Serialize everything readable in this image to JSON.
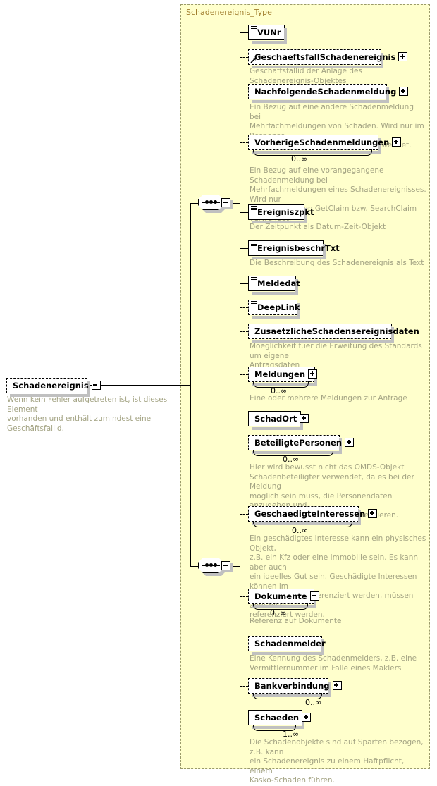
{
  "diagram": {
    "kind": "xsd-schema-diagram",
    "type_container_title": "Schadenereignis_Type",
    "colors": {
      "container_bg": "#ffffcc",
      "container_border": "#9a9a6a",
      "title_text": "#a07d2d",
      "annotation_text": "#a3a383",
      "node_border": "#000000",
      "node_bg": "#ffffff",
      "shadow": "#c0c0c0"
    }
  },
  "root": {
    "label": "Schadenereignis",
    "optional": true,
    "toggle": "minus",
    "annotation": "Wenn kein Fehler aufgetreten ist, ist dieses Element\nvorhanden und enthält zumindest eine Geschäftsfallid."
  },
  "compositors": [
    {
      "name": "sequence-top",
      "symbol": "sequence",
      "toggle": "minus"
    },
    {
      "name": "sequence-bottom",
      "symbol": "sequence",
      "toggle": "minus"
    }
  ],
  "nodes": [
    {
      "id": "vunr",
      "label": "VUNr",
      "optional": false,
      "expandable": false,
      "icon": "lines-icon",
      "cardinality": "",
      "annotation": ""
    },
    {
      "id": "geschaeftsfall",
      "label": "GeschaeftsfallSchadenereignis",
      "optional": true,
      "expandable": true,
      "icon": "reference-arrow-icon",
      "cardinality": "",
      "annotation": "Geschäftsfallid der Anlage des Schadenereignis-Objektes"
    },
    {
      "id": "nachfolgende",
      "label": "NachfolgendeSchadenmeldung",
      "optional": true,
      "expandable": true,
      "icon": "",
      "cardinality": "",
      "annotation": "Ein Bezug auf eine andere Schadenmeldung bei\nMehrfachmeldungen von Schäden. Wird nur im Response\nvon GetClaim bzw. SearchClaim verwendet."
    },
    {
      "id": "vorherige",
      "label": "VorherigeSchadenmeldungen",
      "optional": true,
      "expandable": true,
      "icon": "",
      "cardinality": "0..∞",
      "annotation": "Ein Bezug auf eine vorangegangene Schadenmeldung bei\nMehrfachmeldungen eines Schadenereignisses. Wird nur\nim Response von GetClaim bzw. SearchClaim\nverwendet."
    },
    {
      "id": "ereigniszpkt",
      "label": "Ereigniszpkt",
      "optional": false,
      "expandable": false,
      "icon": "lines-icon",
      "cardinality": "",
      "annotation": "Der Zeitpunkt als Datum-Zeit-Objekt"
    },
    {
      "id": "ereignisbeschrtxt",
      "label": "EreignisbeschrTxt",
      "optional": false,
      "expandable": false,
      "icon": "lines-icon",
      "cardinality": "",
      "annotation": "Die Beschreibung des Schadenereignis als Text"
    },
    {
      "id": "meldedat",
      "label": "Meldedat",
      "optional": false,
      "expandable": false,
      "icon": "lines-icon",
      "cardinality": "",
      "annotation": ""
    },
    {
      "id": "deeplink",
      "label": "DeepLink",
      "optional": true,
      "expandable": false,
      "icon": "lines-icon",
      "cardinality": "",
      "annotation": ""
    },
    {
      "id": "zusaetzliche",
      "label": "ZusaetzlicheSchadensereignisdaten",
      "optional": true,
      "expandable": false,
      "icon": "",
      "cardinality": "",
      "annotation": "Moeglichkeit fuer die Erweitung des Standards um eigene\nAntragsdaten"
    },
    {
      "id": "meldungen",
      "label": "Meldungen",
      "optional": true,
      "expandable": true,
      "icon": "",
      "cardinality": "0..∞",
      "annotation": "Eine oder mehrere Meldungen zur Anfrage"
    },
    {
      "id": "schadort",
      "label": "SchadOrt",
      "optional": false,
      "expandable": true,
      "icon": "",
      "cardinality": "",
      "annotation": ""
    },
    {
      "id": "beteiligtepersonen",
      "label": "BeteiligtePersonen",
      "optional": true,
      "expandable": true,
      "icon": "",
      "cardinality": "0..∞",
      "annotation": "Hier wird bewusst nicht das OMDS-Objekt\nSchadenbeteiligter verwendet, da es bei der Meldung\nmöglich sein muss, die Personendaten anzugeben und\nnicht nur auf Personen zu referenzieren."
    },
    {
      "id": "geschaedigteinteressen",
      "label": "GeschaedigteInteressen",
      "optional": true,
      "expandable": true,
      "icon": "",
      "cardinality": "0..∞",
      "annotation": "Ein geschädigtes Interesse kann ein physisches Objekt,\nz.B. ein Kfz oder eine Immobilie sein. Es kann aber auch\nein ideelles Gut sein. Geschädigte Interessen können im\nSchadenobjekt referenziert werden, müssen aber nicht\nreferenziert werden."
    },
    {
      "id": "dokumente",
      "label": "Dokumente",
      "optional": true,
      "expandable": true,
      "icon": "",
      "cardinality": "0..∞",
      "annotation": "Referenz auf Dokumente"
    },
    {
      "id": "schadenmelder",
      "label": "Schadenmelder",
      "optional": true,
      "expandable": false,
      "icon": "",
      "cardinality": "",
      "annotation": "Eine Kennung des Schadenmelders, z.B. eine\nVermittlernummer im Falle eines Maklers"
    },
    {
      "id": "bankverbindung",
      "label": "Bankverbindung",
      "optional": true,
      "expandable": true,
      "icon": "",
      "cardinality": "0..∞",
      "annotation": ""
    },
    {
      "id": "schaeden",
      "label": "Schaeden",
      "optional": false,
      "expandable": true,
      "icon": "",
      "cardinality": "1..∞",
      "annotation": "Die Schadenobjekte sind auf Sparten bezogen, z.B. kann\nein Schadenereignis zu einem Haftpflicht, einem\nKasko-Schaden führen."
    }
  ]
}
